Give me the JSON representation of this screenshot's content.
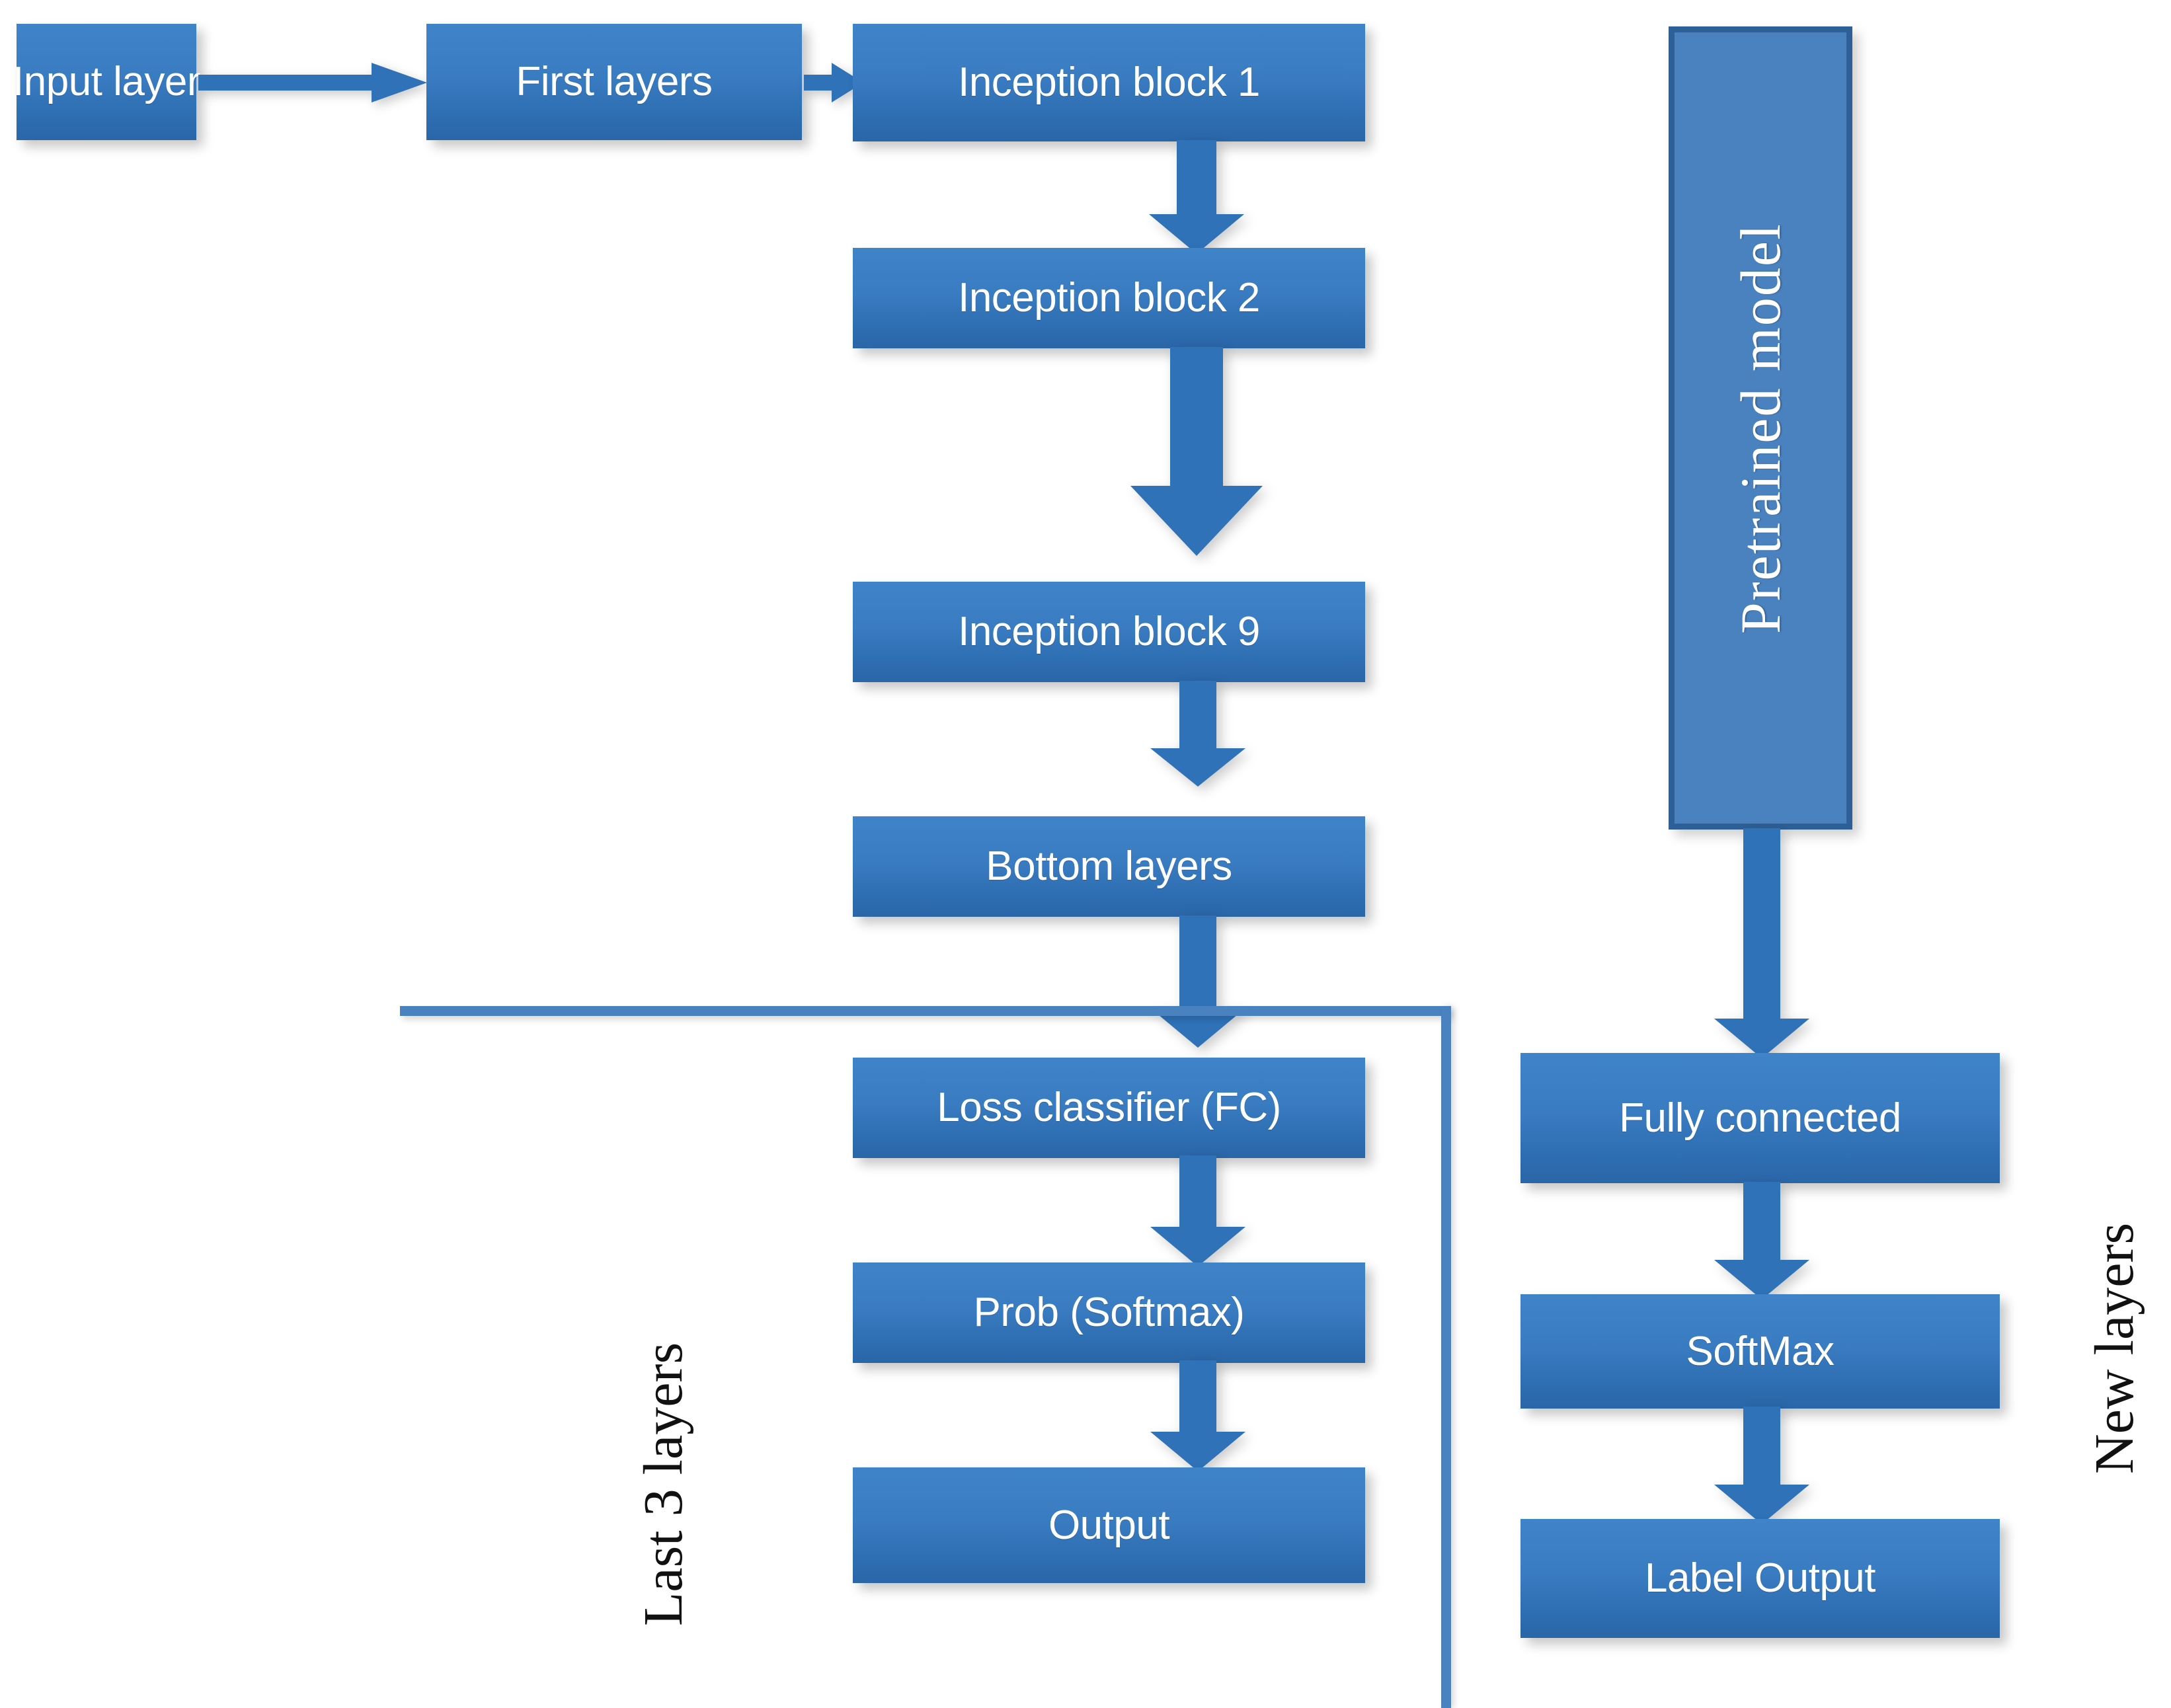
{
  "diagram": {
    "title": "Transfer learning architecture flowchart",
    "colors": {
      "box_fill_top": "#3f83c9",
      "box_fill_bottom": "#2a66a8",
      "box_text": "#ffffff",
      "tall_box_fill": "#4a82bf",
      "tall_box_border": "#2e5f96",
      "connector": "#3a7cc2",
      "rule": "#4a82bf",
      "label_text": "#111111",
      "background": "#ffffff"
    },
    "top_row": [
      {
        "id": "input-layer",
        "label": "Input layer"
      },
      {
        "id": "first-layers",
        "label": "First layers"
      },
      {
        "id": "inception-block-1",
        "label": "Inception block 1"
      }
    ],
    "pretrained_column": [
      {
        "id": "inception-block-2",
        "label": "Inception block 2"
      },
      {
        "id": "inception-block-9",
        "label": "Inception block 9"
      },
      {
        "id": "bottom-layers",
        "label": "Bottom layers"
      },
      {
        "id": "loss-classifier",
        "label": "Loss classifier (FC)"
      },
      {
        "id": "prob-softmax",
        "label": "Prob (Softmax)"
      },
      {
        "id": "output",
        "label": "Output"
      }
    ],
    "new_column": [
      {
        "id": "fully-connected",
        "label": "Fully connected"
      },
      {
        "id": "softmax",
        "label": "SoftMax"
      },
      {
        "id": "label-output",
        "label": "Label Output"
      }
    ],
    "pretrained_box": {
      "id": "pretrained-model",
      "label": "Pretrained  model"
    },
    "side_labels": {
      "last_three": "Last 3  layers",
      "new_layers": "New layers"
    },
    "connectors": {
      "horizontal_arrows": 2,
      "vertical_arrows": 9,
      "bracket_rules": 2
    }
  }
}
